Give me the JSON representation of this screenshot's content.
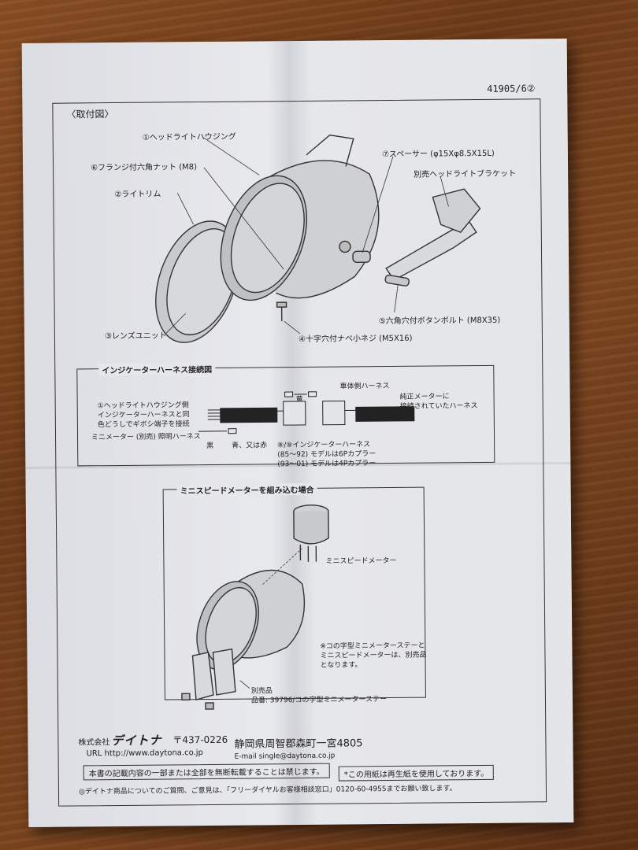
{
  "doc_number": "41905/6②",
  "section_title": "〈取付図〉",
  "parts": {
    "p1": "①ヘッドライトハウジング",
    "p6": "⑥フランジ付六角ナット (M8)",
    "p2": "②ライトリム",
    "p7": "⑦スペーサー (φ15Xφ8.5X15L)",
    "bracket": "別売ヘッドライトブラケット",
    "p3": "③レンズユニット",
    "p5": "⑤六角穴付ボタンボルト (M8X35)",
    "p4": "④十字穴付ナベ小ネジ (M5X16)"
  },
  "harness": {
    "title": "インジケーターハーネス接続図",
    "left_line1": "①ヘッドライトハウジング側",
    "left_line2": "インジケーターハーネスと同",
    "left_line3": "色どうしでギボシ端子を接続",
    "body_side": "車体側ハーネス",
    "yellow": "黄",
    "oem1": "純正メーターに",
    "oem2": "接続されていたハーネス",
    "mini_light": "ミニメーター (別売) 照明ハーネス",
    "black": "黒",
    "blue_red": "青、又は赤",
    "ind": "⑧/⑨インジケーターハーネス",
    "m1": "(85〜92) モデルは6Pカプラー",
    "m2": "(93〜01) モデルは4Pカプラー"
  },
  "mini": {
    "title": "ミニスピードメーターを組み込む場合",
    "meter": "ミニスピードメーター",
    "note1": "※コの字型ミニメーターステーと",
    "note2": "ミニスピードメーターは、別売品",
    "note3": "となります。",
    "sep1": "別売品",
    "sep2": "品番: 39796/コの字型ミニメーターステー"
  },
  "footer": {
    "company_prefix": "株式会社",
    "company": "デイトナ",
    "zip": "〒437-0226",
    "address": "静岡県周智郡森町一宮4805",
    "url": "URL http://www.daytona.co.jp",
    "email": "E-mail single@daytona.co.jp",
    "notice": "本書の記載内容の一部または全部を無断転載することは禁じます。",
    "recycle": "*この用紙は再生紙を使用しております。",
    "contact": "◎デイトナ商品についてのご質問、ご意見は、「フリーダイヤルお客様相談窓口」0120-60-4955までお願い致します。"
  }
}
